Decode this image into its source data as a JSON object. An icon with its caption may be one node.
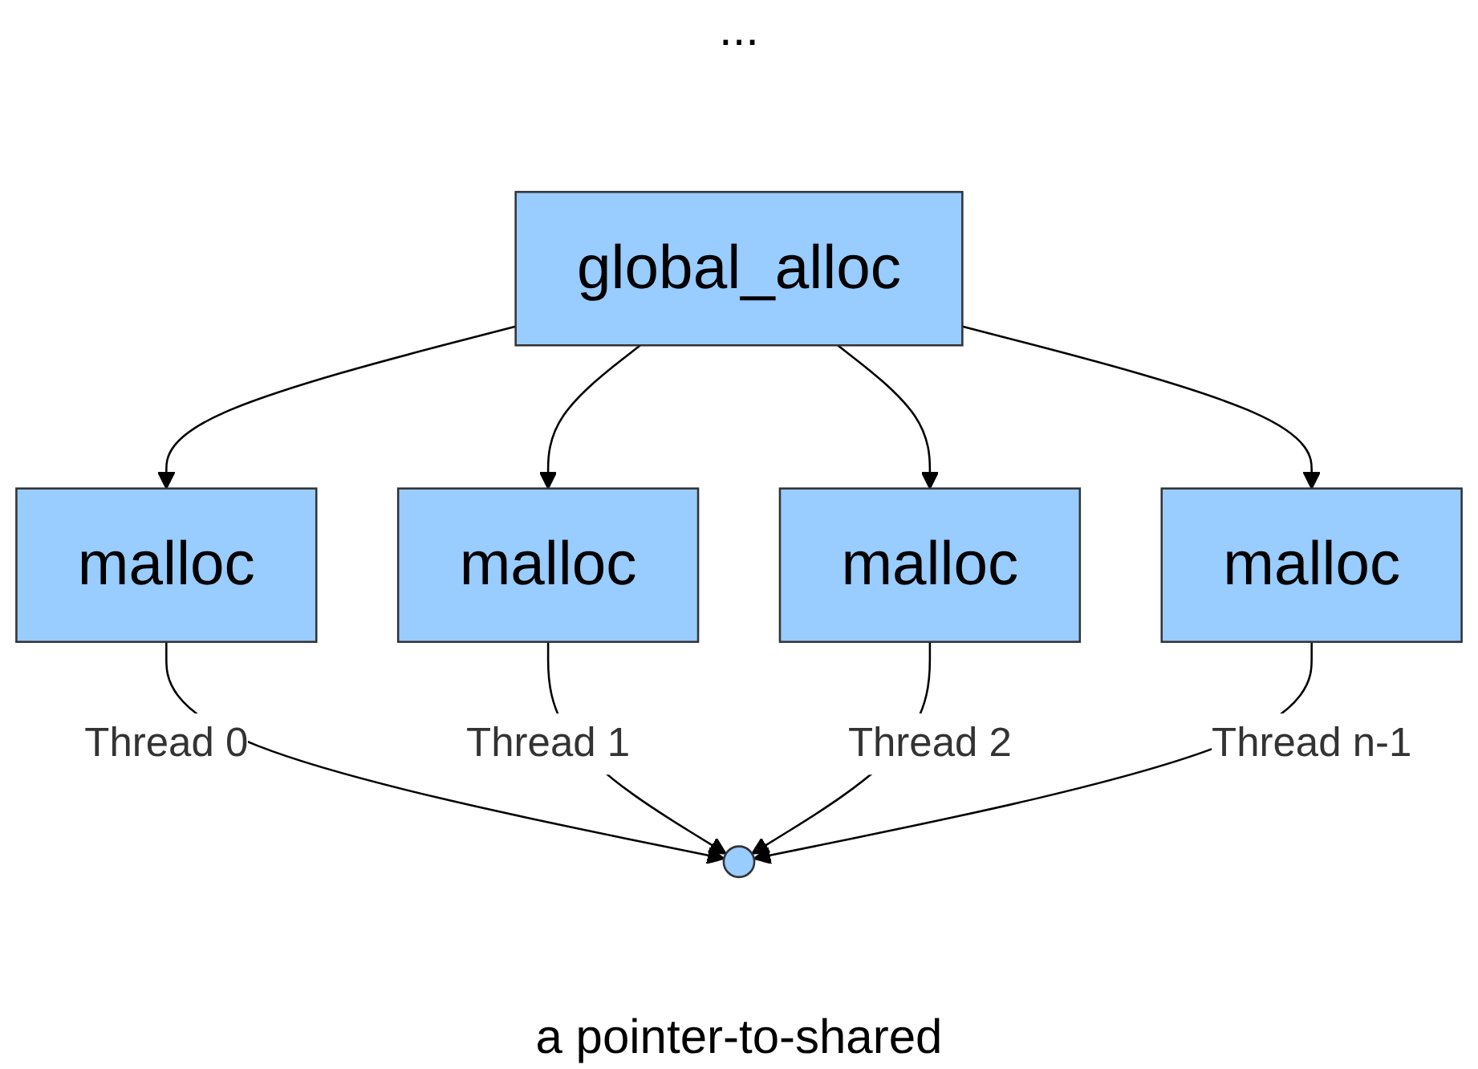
{
  "diagram": {
    "nodes": [
      {
        "text": [
          "global_alloc"
        ]
      },
      {
        "text": [
          "malloc"
        ]
      },
      {
        "text": [
          "malloc"
        ]
      },
      {
        "text": [
          "malloc"
        ]
      },
      {
        "text": [
          "malloc"
        ]
      },
      {
        "text": [],
        "shape": "circle",
        "beside": [
          "a pointer-to-shared"
        ]
      }
    ],
    "edges": [
      {
        "from": 0,
        "to": 1,
        "arrow": "to"
      },
      {
        "from": 0,
        "to": 2,
        "arrow": "to"
      },
      {
        "from": 0,
        "to": 3,
        "arrow": "to"
      },
      {
        "from": 0,
        "to": 4,
        "arrow": "to"
      },
      {
        "from": 1,
        "to": 5,
        "arrow": "to",
        "label": "Thread 0"
      },
      {
        "from": 2,
        "to": 5,
        "arrow": "to",
        "label": "Thread 1"
      },
      {
        "from": 3,
        "to": 5,
        "arrow": "to",
        "label": "Thread 2"
      },
      {
        "from": 4,
        "to": 5,
        "arrow": "to",
        "label": "Thread n-1"
      }
    ],
    "labels": [
      "..."
    ]
  }
}
